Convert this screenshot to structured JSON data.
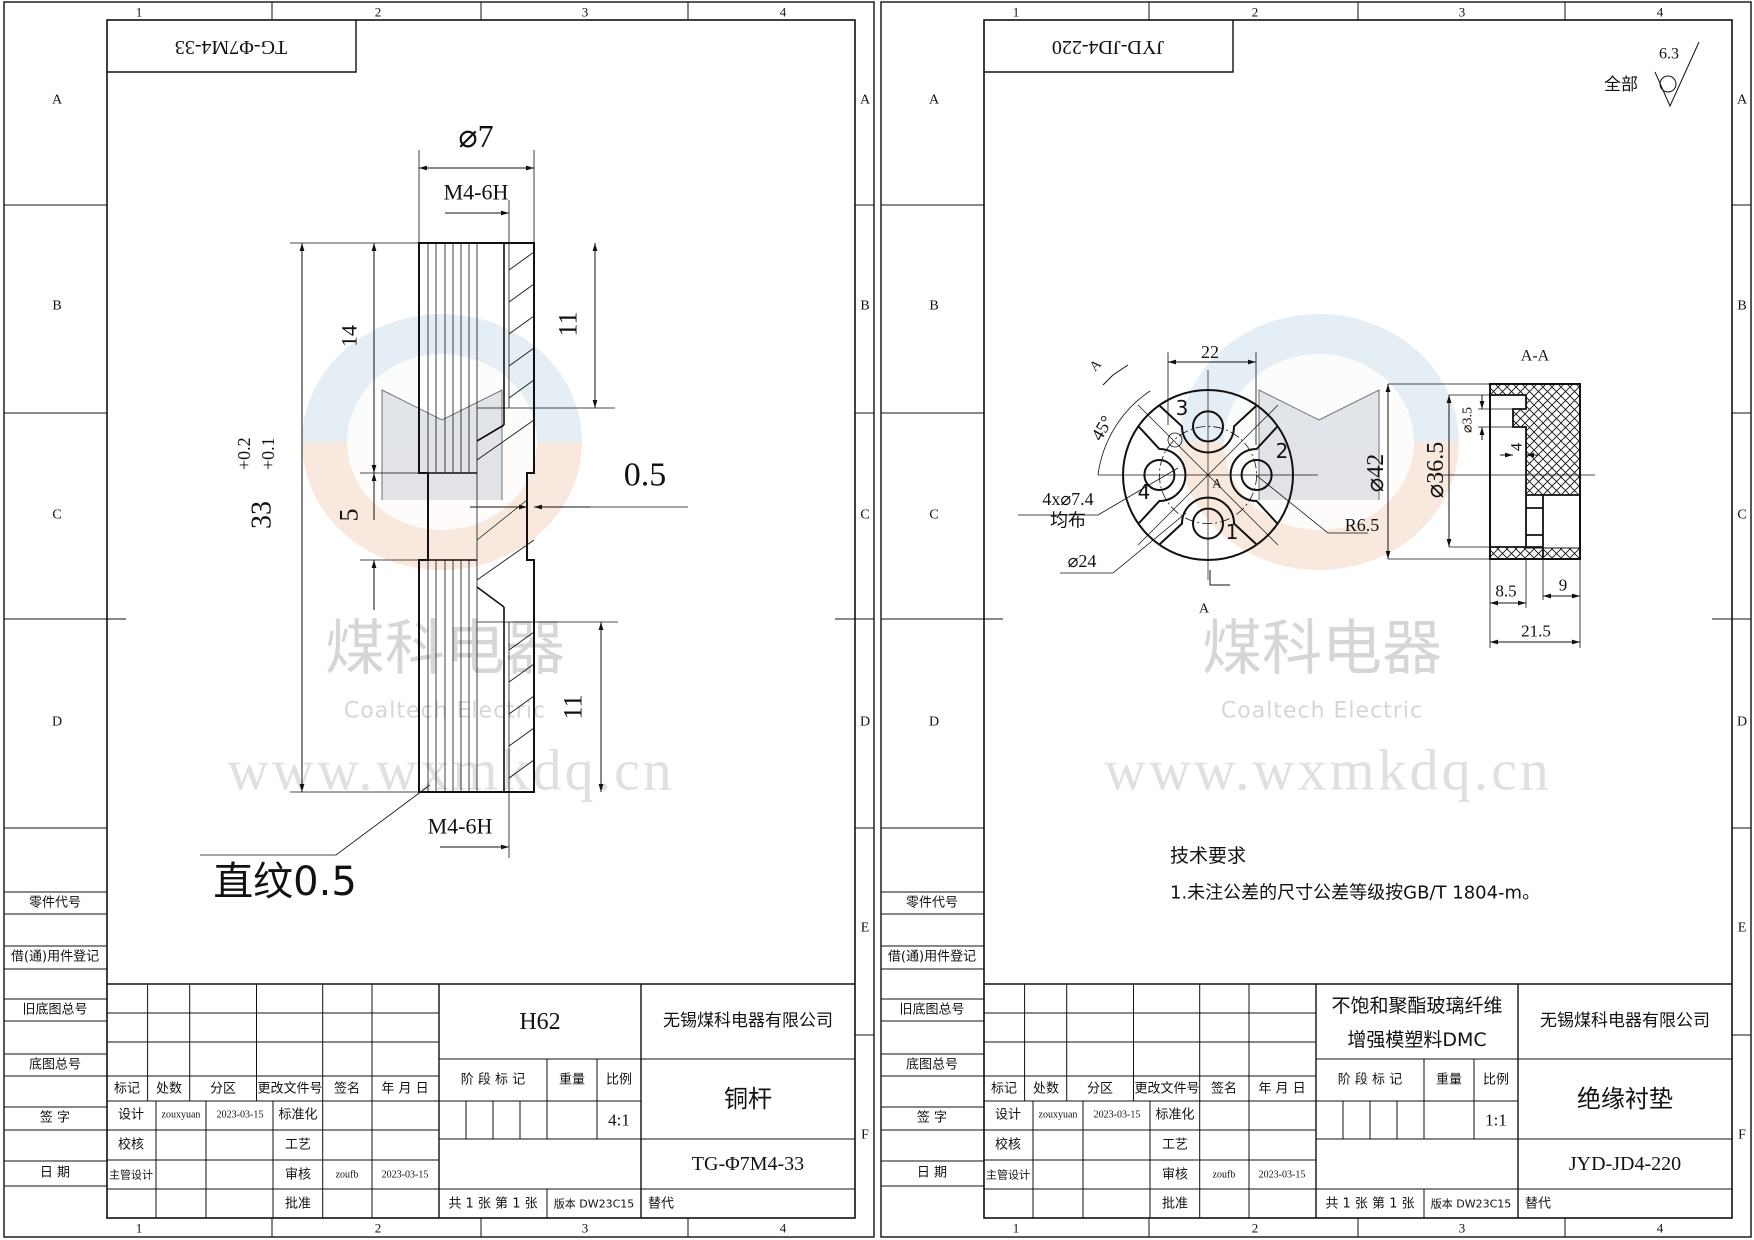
{
  "frame": {
    "columns": [
      "1",
      "2",
      "3",
      "4"
    ],
    "rows": [
      "A",
      "B",
      "C",
      "D",
      "E",
      "F"
    ],
    "side_labels": [
      "零件代号",
      "借(通)用件登记",
      "旧底图总号",
      "底图总号",
      "签 字",
      "日 期"
    ]
  },
  "title_block_labels": {
    "header": [
      "标记",
      "处数",
      "分区",
      "更改文件号",
      "签名",
      "年 月 日"
    ],
    "design": "设计",
    "check": "校核",
    "chief": "主管设计",
    "standard": "标准化",
    "process": "工艺",
    "review": "审核",
    "approve": "批准",
    "stage": "阶 段 标 记",
    "weight": "重量",
    "scale": "比例",
    "sheets": "共 1 张  第 1 张",
    "version": "版本 DW23C15",
    "replace": "替代"
  },
  "watermark": {
    "cn": "煤科电器",
    "en": "Coaltech Electric",
    "url": "www.wxmkdq.cn"
  },
  "sheets": [
    {
      "corner_code": "TG-Φ7M4-33",
      "designer": "zouxyuan",
      "design_date": "2023-03-15",
      "reviewer": "zoufb",
      "review_date": "2023-03-15",
      "material": [
        "H62"
      ],
      "scale": "4:1",
      "company": "无锡煤科电器有限公司",
      "part_name": "铜杆",
      "drawing_no": "TG-Φ7M4-33",
      "dims": {
        "dia": "⌀7",
        "thread_top": "M4-6H",
        "thread_bottom": "M4-6H",
        "total": "33",
        "tol_upper": "+0.2",
        "tol_lower": "+0.1",
        "d14": "14",
        "d5": "5",
        "d11a": "11",
        "d11b": "11",
        "groove": "0.5",
        "knurl": "直纹0.5"
      }
    },
    {
      "corner_code": "JYD-JD4-220",
      "designer": "zouxyuan",
      "design_date": "2023-03-15",
      "reviewer": "zoufb",
      "review_date": "2023-03-15",
      "material": [
        "不饱和聚酯玻璃纤维",
        "增强模塑料DMC"
      ],
      "scale": "1:1",
      "company": "无锡煤科电器有限公司",
      "part_name": "绝缘衬垫",
      "drawing_no": "JYD-JD4-220",
      "roughness": {
        "label": "全部",
        "value": "6.3"
      },
      "dims": {
        "d22": "22",
        "angle": "45°",
        "holes": "4x⌀7.4",
        "holes_note": "均布",
        "pcd": "⌀24",
        "radius": "R6.5",
        "hole_labels": [
          "1",
          "2",
          "3",
          "4"
        ],
        "center": "A",
        "section_mark": "A",
        "section_title": "A-A",
        "d42": "⌀42",
        "d36": "⌀36.5",
        "d35": "⌀3.5",
        "d4": "4",
        "d85": "8.5",
        "d9": "9",
        "d215": "21.5"
      },
      "notes": {
        "title": "技术要求",
        "items": [
          "1.未注公差的尺寸公差等级按GB/T 1804-m。"
        ]
      }
    }
  ]
}
